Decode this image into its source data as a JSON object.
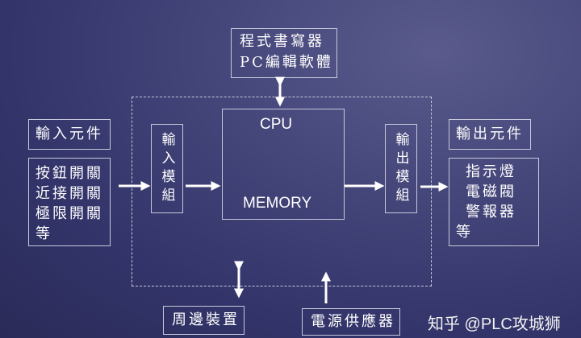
{
  "programmer_box": {
    "line1": "程式書寫器",
    "line2": "PC編輯軟體"
  },
  "cpu_box": {
    "cpu_label": "CPU",
    "memory_label": "MEMORY"
  },
  "input_module": "輸入模組",
  "output_module": "輸出模組",
  "input_devices": {
    "title": "輸入元件",
    "items": [
      "按鈕開關",
      "近接開關",
      "極限開關",
      "等"
    ]
  },
  "output_devices": {
    "title": "輸出元件",
    "items": [
      "指示燈",
      "電磁閥",
      "警報器",
      "等"
    ]
  },
  "peripheral": "周邊裝置",
  "power_supply": "電源供應器",
  "watermark": "知乎 @PLC攻城狮"
}
